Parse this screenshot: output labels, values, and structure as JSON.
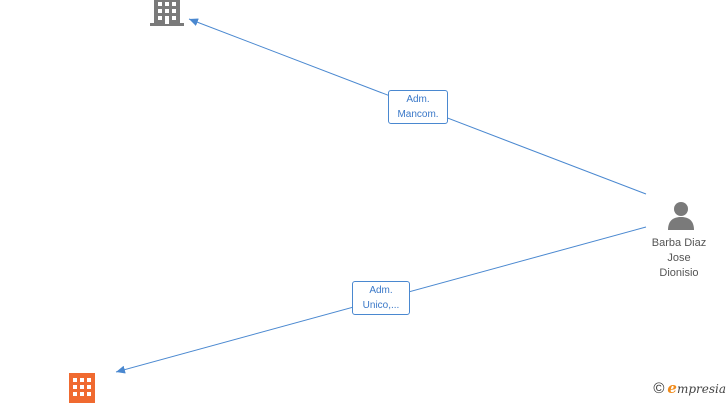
{
  "colors": {
    "edge": "#4a88d0",
    "company_gray": "#7a7a7a",
    "company_highlight": "#f06a30",
    "person": "#7a7a7a",
    "brand_accent": "#f08a1a"
  },
  "nodes": {
    "company_top": {
      "icon": "building-icon",
      "color": "#7a7a7a"
    },
    "company_bottom": {
      "icon": "building-icon",
      "color": "#f06a30"
    },
    "person": {
      "icon": "person-icon",
      "name_lines": [
        "Barba Diaz",
        "Jose",
        "Dionisio"
      ]
    }
  },
  "edges": [
    {
      "from": "person",
      "to": "company_top",
      "label_lines": [
        "Adm.",
        "Mancom."
      ]
    },
    {
      "from": "person",
      "to": "company_bottom",
      "label_lines": [
        "Adm.",
        "Unico,..."
      ]
    }
  ],
  "brand": {
    "copyright_symbol": "©",
    "initial": "e",
    "rest": "mpresia"
  }
}
